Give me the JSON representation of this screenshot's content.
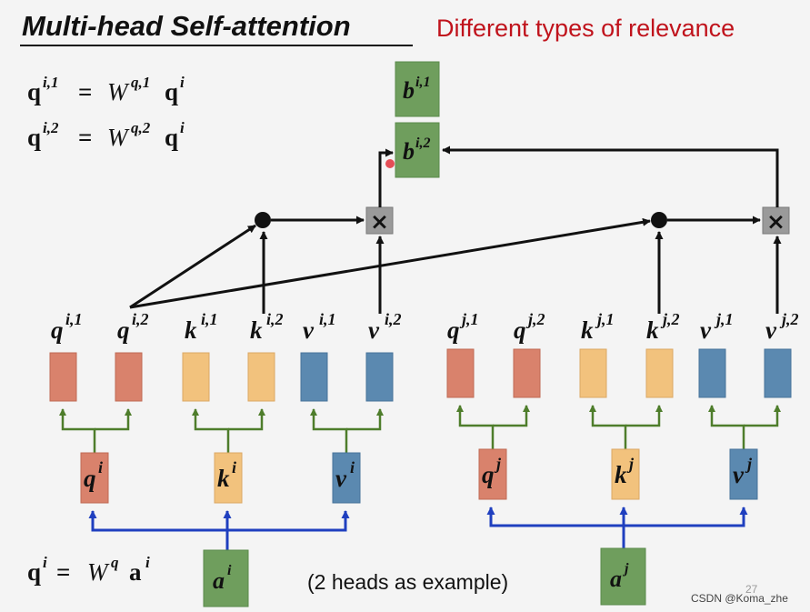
{
  "title": "Multi-head Self-attention",
  "subtitle": "Different types of relevance",
  "equations": {
    "eq1": {
      "lhs": "q",
      "lhs_sup": "i,1",
      "eq": "=",
      "w": "W",
      "w_sup": "q,1",
      "rhs": "q",
      "rhs_sup": "i"
    },
    "eq2": {
      "lhs": "q",
      "lhs_sup": "i,2",
      "eq": "=",
      "w": "W",
      "w_sup": "q,2",
      "rhs": "q",
      "rhs_sup": "i"
    },
    "eq3": {
      "lhs": "q",
      "lhs_sup": "i",
      "eq": "=",
      "w": "W",
      "w_sup": "q",
      "rhs": "a",
      "rhs_sup": "i"
    }
  },
  "outputs": [
    {
      "label": "b",
      "sup": "i,1"
    },
    {
      "label": "b",
      "sup": "i,2"
    }
  ],
  "head_labels": [
    {
      "label": "q",
      "sup": "i,1"
    },
    {
      "label": "q",
      "sup": "i,2"
    },
    {
      "label": "k",
      "sup": "i,1"
    },
    {
      "label": "k",
      "sup": "i,2"
    },
    {
      "label": "v",
      "sup": "i,1"
    },
    {
      "label": "v",
      "sup": "i,2"
    },
    {
      "label": "q",
      "sup": "j,1"
    },
    {
      "label": "q",
      "sup": "j,2"
    },
    {
      "label": "k",
      "sup": "j,1"
    },
    {
      "label": "k",
      "sup": "j,2"
    },
    {
      "label": "v",
      "sup": "j,1"
    },
    {
      "label": "v",
      "sup": "j,2"
    }
  ],
  "mid_labels": [
    {
      "label": "q",
      "sup": "i"
    },
    {
      "label": "k",
      "sup": "i"
    },
    {
      "label": "v",
      "sup": "i"
    },
    {
      "label": "q",
      "sup": "j"
    },
    {
      "label": "k",
      "sup": "j"
    },
    {
      "label": "v",
      "sup": "j"
    }
  ],
  "inputs": [
    {
      "label": "a",
      "sup": "i"
    },
    {
      "label": "a",
      "sup": "j"
    }
  ],
  "ops": {
    "multiply": "×"
  },
  "note": "(2 heads as example)",
  "watermark": "CSDN @Koma_zhe",
  "page_number": "27",
  "colors": {
    "q": "#d9826c",
    "k": "#f2c27d",
    "v": "#5b89b0",
    "output": "#6f9e5d",
    "input_arrow": "#1f3fbf",
    "split_arrow": "#4e7d2b",
    "multiply_box": "#9a9a9a",
    "subtitle": "#c0131c"
  }
}
